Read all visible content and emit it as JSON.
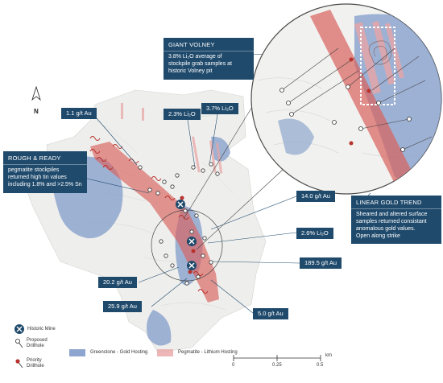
{
  "labels": {
    "giant_volney": {
      "title": "GIANT VOLNEY",
      "lines": [
        "3.8% Li₂O average of",
        "stockpile grab samples at",
        "historic Volney pit"
      ]
    },
    "rough_ready": {
      "title": "ROUGH & READY",
      "lines": [
        "pegmatite stockpiles",
        "returned high tin values",
        "including 1.8% and >2.5% Sn"
      ]
    },
    "linear_gold": {
      "title": "LINEAR GOLD TREND",
      "lines": [
        "Sheared and altered surface",
        "samples returned consistant",
        "anomalous gold values.",
        "Open along strike"
      ]
    },
    "tag_1_1": "1.1 g/t Au",
    "tag_2_3": "2.3% Li₂O",
    "tag_3_7": "3.7% Li₂O",
    "tag_14_0": "14.0 g/t Au",
    "tag_2_6": "2.6% Li₂O",
    "tag_189_5": "189.5 g/t Au",
    "tag_20_2": "20.2 g/t Au",
    "tag_25_9": "25.9 g/t Au",
    "tag_5_0": "5.0 g/t Au"
  },
  "legend": {
    "historic_mine": "Historic Mine",
    "proposed_drillhole": [
      "Proposed",
      "Drillhole"
    ],
    "priority_drillhole": [
      "Priority",
      "Drillhole"
    ],
    "greenstone": "Greenstone - Gold Hosting",
    "pegmatite": "Pegmatite - Lithium Hosting"
  },
  "scale": {
    "ticks": [
      "0",
      "0.25",
      "0.5"
    ],
    "unit": "km"
  },
  "north": "N",
  "colors": {
    "callout_bg": "#1f4a6c",
    "greenstone": "#8ea6cf",
    "pegmatite": "#e8a5a5",
    "trend": "#d9615c",
    "priority": "#b8322e",
    "terrain": "#eeeeec"
  }
}
